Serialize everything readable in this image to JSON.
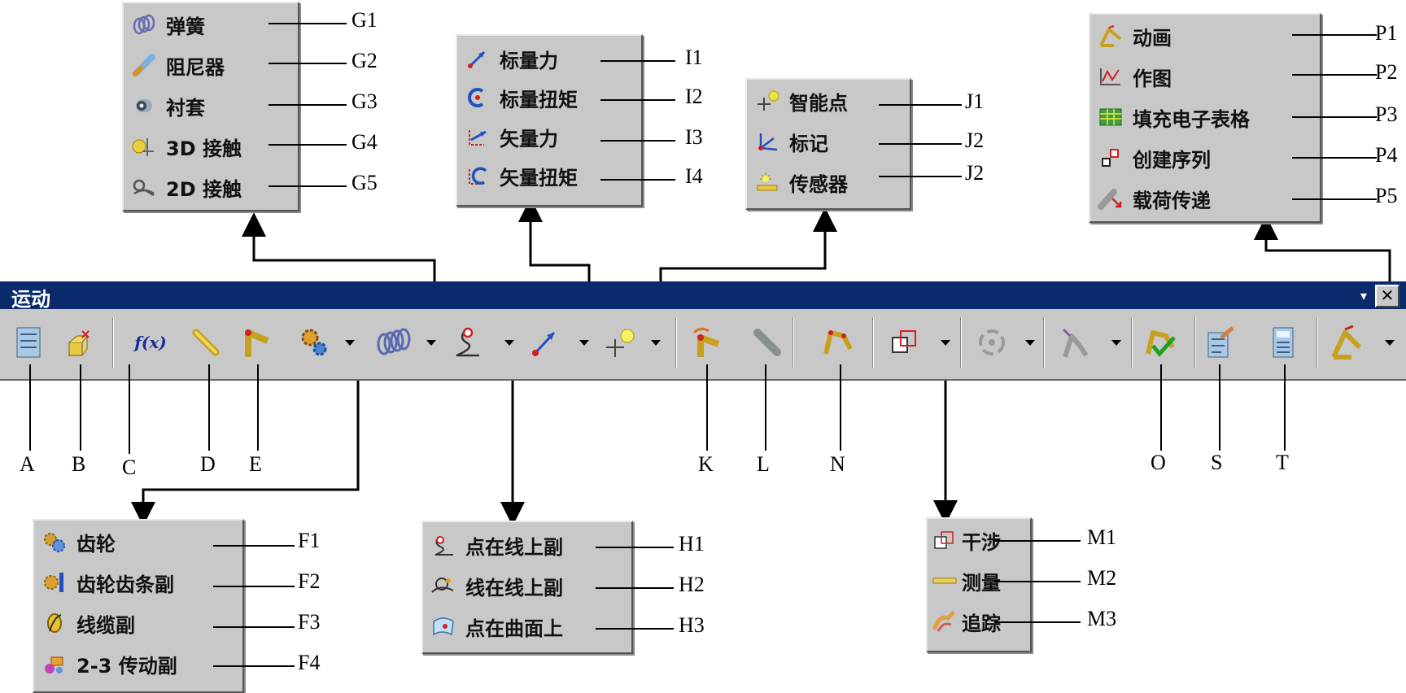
{
  "toolbar": {
    "title": "运动",
    "dropdown_glyph": "▾",
    "close_glyph": "✕",
    "labels": {
      "A": "A",
      "B": "B",
      "C": "C",
      "D": "D",
      "E": "E",
      "K": "K",
      "L": "L",
      "N": "N",
      "O": "O",
      "S": "S",
      "T": "T"
    },
    "fx_text": "f(x)"
  },
  "menus": {
    "G": [
      {
        "label": "弹簧",
        "code": "G1",
        "icon": "spring-icon"
      },
      {
        "label": "阻尼器",
        "code": "G2",
        "icon": "damper-icon"
      },
      {
        "label": "衬套",
        "code": "G3",
        "icon": "bushing-icon"
      },
      {
        "label": "3D 接触",
        "code": "G4",
        "icon": "contact-3d-icon"
      },
      {
        "label": "2D 接触",
        "code": "G5",
        "icon": "contact-2d-icon"
      }
    ],
    "I": [
      {
        "label": "标量力",
        "code": "I1",
        "icon": "scalar-force-icon"
      },
      {
        "label": "标量扭矩",
        "code": "I2",
        "icon": "scalar-torque-icon"
      },
      {
        "label": "矢量力",
        "code": "I3",
        "icon": "vector-force-icon"
      },
      {
        "label": "矢量扭矩",
        "code": "I4",
        "icon": "vector-torque-icon"
      }
    ],
    "J": [
      {
        "label": "智能点",
        "code": "J1",
        "icon": "smart-point-icon"
      },
      {
        "label": "标记",
        "code": "J2",
        "icon": "marker-icon"
      },
      {
        "label": "传感器",
        "code": "J2",
        "icon": "sensor-icon"
      }
    ],
    "P": [
      {
        "label": "动画",
        "code": "P1",
        "icon": "animation-icon"
      },
      {
        "label": "作图",
        "code": "P2",
        "icon": "graph-icon"
      },
      {
        "label": "填充电子表格",
        "code": "P3",
        "icon": "spreadsheet-icon"
      },
      {
        "label": "创建序列",
        "code": "P4",
        "icon": "sequence-icon"
      },
      {
        "label": "载荷传递",
        "code": "P5",
        "icon": "load-transfer-icon"
      }
    ],
    "F": [
      {
        "label": "齿轮",
        "code": "F1",
        "icon": "gear-icon"
      },
      {
        "label": "齿轮齿条副",
        "code": "F2",
        "icon": "rack-pinion-icon"
      },
      {
        "label": "线缆副",
        "code": "F3",
        "icon": "cable-icon"
      },
      {
        "label": "2-3 传动副",
        "code": "F4",
        "icon": "transmission-icon"
      }
    ],
    "H": [
      {
        "label": "点在线上副",
        "code": "H1",
        "icon": "point-on-curve-icon"
      },
      {
        "label": "线在线上副",
        "code": "H2",
        "icon": "curve-on-curve-icon"
      },
      {
        "label": "点在曲面上",
        "code": "H3",
        "icon": "point-on-surface-icon"
      }
    ],
    "M": [
      {
        "label": "干涉",
        "code": "M1",
        "icon": "interference-icon"
      },
      {
        "label": "测量",
        "code": "M2",
        "icon": "measure-icon"
      },
      {
        "label": "追踪",
        "code": "M3",
        "icon": "trace-icon"
      }
    ]
  },
  "colors": {
    "titlebar": "#0b2a6c",
    "panel": "#c8c8c8",
    "accent_red": "#d02020",
    "accent_yellow": "#e8c840",
    "accent_blue": "#2050c0"
  }
}
